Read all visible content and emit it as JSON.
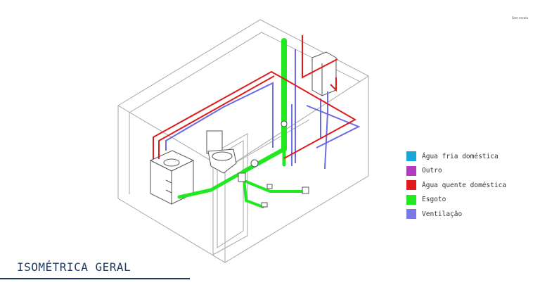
{
  "corner_note": "Sem escala",
  "view_title": "ISOMÉTRICA GERAL",
  "legend": {
    "items": [
      {
        "label": "Água fria doméstica",
        "color": "#1aa6d9"
      },
      {
        "label": "Outro",
        "color": "#b23cbf"
      },
      {
        "label": "Água quente doméstica",
        "color": "#e01b1b"
      },
      {
        "label": "Esgoto",
        "color": "#22e822"
      },
      {
        "label": "Ventilação",
        "color": "#7a7ae6"
      }
    ]
  },
  "colors": {
    "outline": "#9a9a9a",
    "fixture": "#555555",
    "rule": "#1f3a5f"
  }
}
